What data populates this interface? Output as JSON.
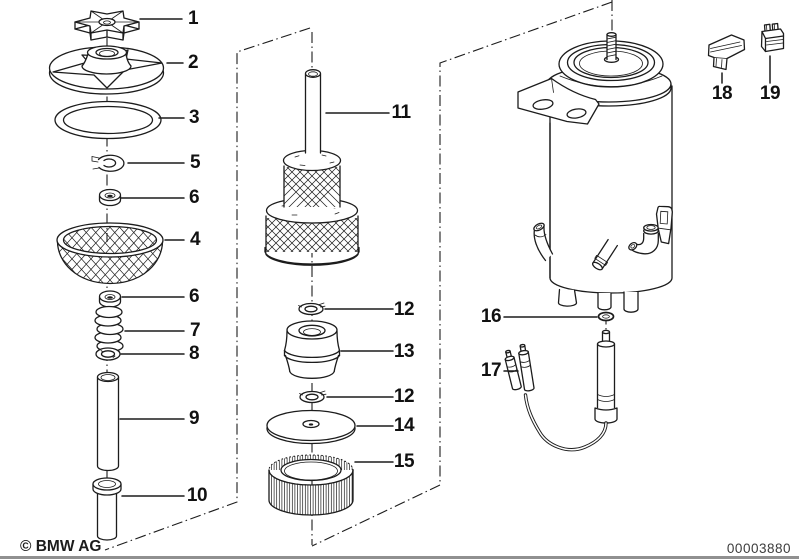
{
  "diagram": {
    "copyright": "© BMW AG",
    "image_number": "00003880",
    "line_color": "#1c1c1c",
    "background": "#ffffff",
    "callouts": [
      {
        "part": "cap-nut",
        "label": "1"
      },
      {
        "part": "cover",
        "label": "2"
      },
      {
        "part": "sealing-ring",
        "label": "3"
      },
      {
        "part": "retaining-clip",
        "label": "5"
      },
      {
        "part": "grommet-upper",
        "label": "6"
      },
      {
        "part": "strainer-bowl",
        "label": "4"
      },
      {
        "part": "grommet-lower",
        "label": "6"
      },
      {
        "part": "spring",
        "label": "7"
      },
      {
        "part": "washer",
        "label": "8"
      },
      {
        "part": "pipe-long",
        "label": "9"
      },
      {
        "part": "pipe-short",
        "label": "10"
      },
      {
        "part": "filter-assembly",
        "label": "11"
      },
      {
        "part": "lock-washer-upper",
        "label": "12"
      },
      {
        "part": "damper-bushing",
        "label": "13"
      },
      {
        "part": "lock-washer-lower",
        "label": "12"
      },
      {
        "part": "disc-washer",
        "label": "14"
      },
      {
        "part": "filter-element",
        "label": "15"
      },
      {
        "part": "o-ring",
        "label": "16"
      },
      {
        "part": "sensor-with-leads",
        "label": "17"
      },
      {
        "part": "clamp-clip",
        "label": "18"
      },
      {
        "part": "plug-connector",
        "label": "19"
      }
    ]
  }
}
